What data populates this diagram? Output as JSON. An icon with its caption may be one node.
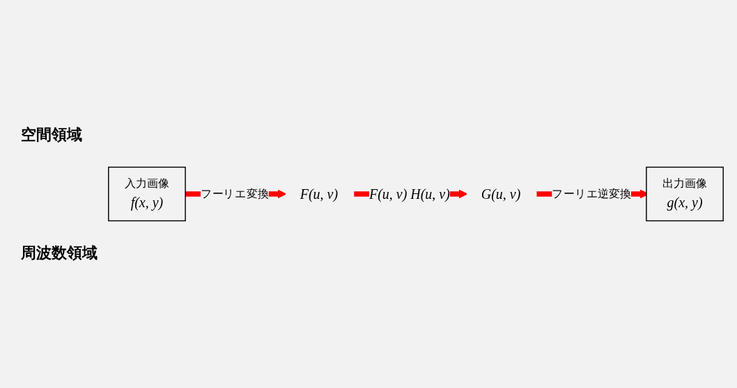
{
  "diagram": {
    "nodes": [
      {
        "text": [
          "入力画像",
          "f(x, y)"
        ]
      },
      {
        "text": [
          "出力画像",
          "g(x, y)"
        ]
      },
      {
        "text": [
          "F(u, v)"
        ]
      },
      {
        "text": [
          "G(u, v)"
        ]
      }
    ],
    "edges": [
      {
        "from": 0,
        "to": 2,
        "arrow": "to",
        "label": "フーリエ変換",
        "color": "#ff0000"
      },
      {
        "from": 2,
        "to": 3,
        "arrow": "to",
        "label": "F(u, v) H(u, v)",
        "color": "#ff0000"
      },
      {
        "from": 3,
        "to": 1,
        "arrow": "to",
        "label": "フーリエ逆変換",
        "color": "#ff0000"
      }
    ],
    "labels": [
      "空間領域",
      "周波数領域"
    ]
  }
}
